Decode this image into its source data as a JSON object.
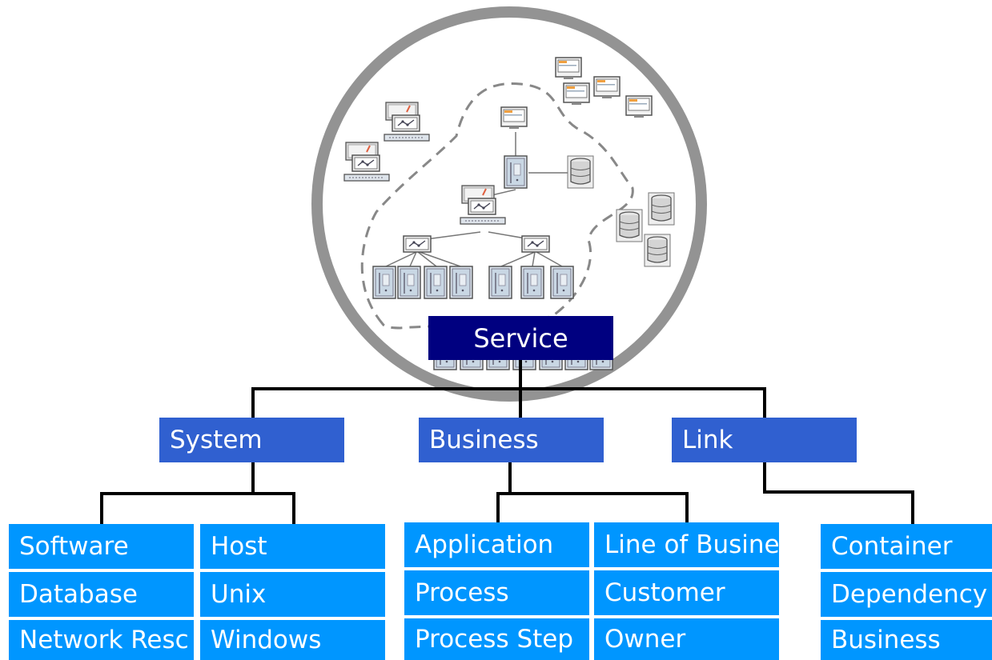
{
  "root": {
    "label": "Service"
  },
  "categories": [
    {
      "key": "system",
      "label": "System",
      "columns": [
        [
          "Software",
          "Database",
          "Network Resc"
        ],
        [
          "Host",
          "Unix",
          "Windows"
        ]
      ]
    },
    {
      "key": "business",
      "label": "Business",
      "columns": [
        [
          "Application",
          "Process",
          "Process Step"
        ],
        [
          "Line of Busine",
          "Customer",
          "Owner"
        ]
      ]
    },
    {
      "key": "link",
      "label": "Link",
      "columns": [
        [
          "Container",
          "Dependency",
          "Business"
        ]
      ]
    }
  ],
  "colors": {
    "root_box": "#000080",
    "category_box": "#3060d0",
    "leaf_box": "#0096ff",
    "connector": "#000000",
    "circle": "#808080"
  },
  "illustration": {
    "description_icons": [
      "monitor-icon",
      "server-tower-icon",
      "network-switch-icon",
      "database-cylinder-icon",
      "workstation-icon"
    ]
  }
}
